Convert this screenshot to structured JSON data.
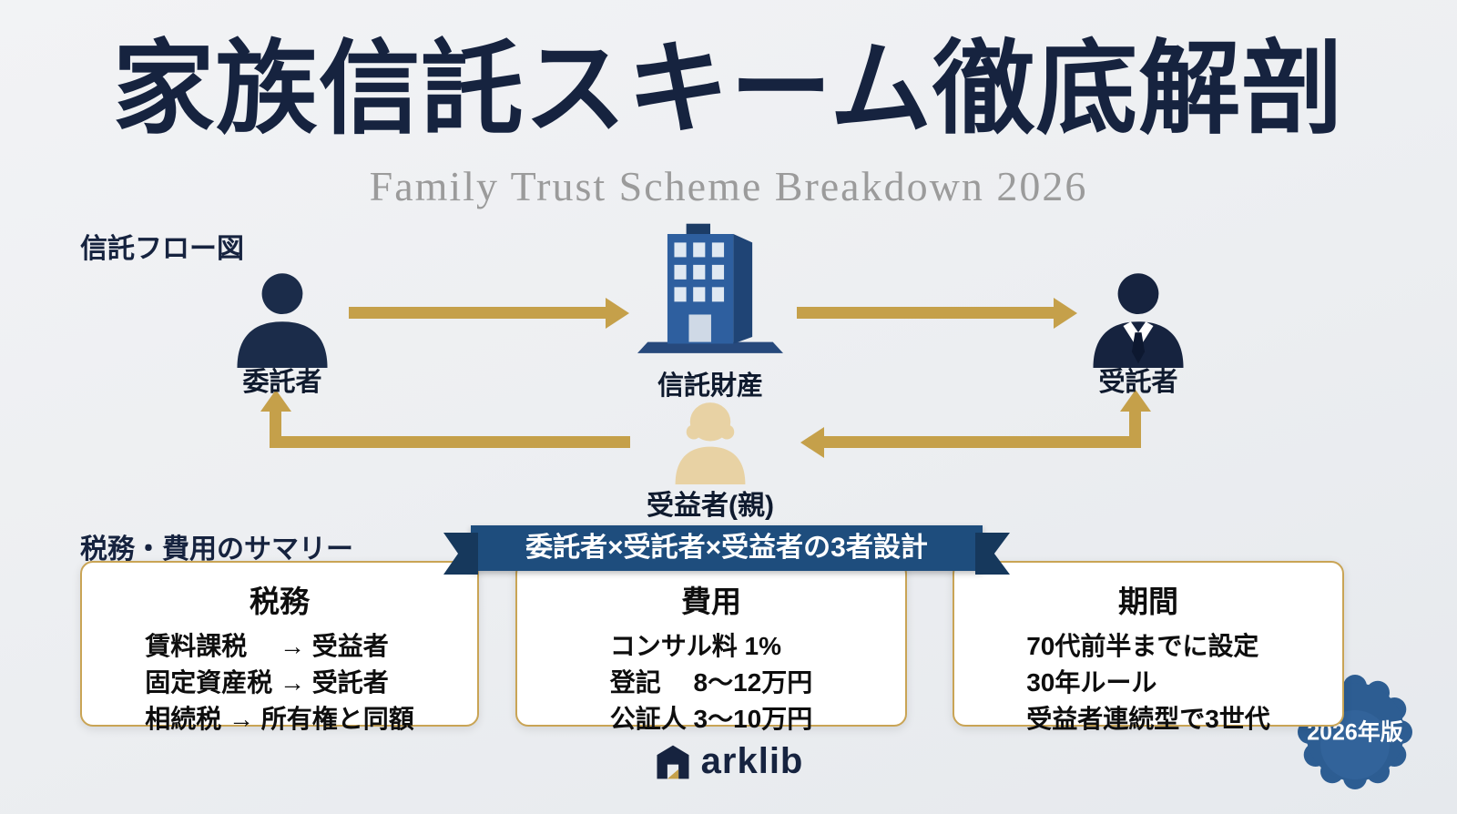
{
  "header": {
    "title": "家族信託スキーム徹底解剖",
    "subtitle": "Family Trust Scheme Breakdown 2026"
  },
  "flow": {
    "section_label": "信託フロー図",
    "nodes": {
      "settlor": {
        "label": "委託者",
        "icon": "person-silhouette-icon"
      },
      "trust_property": {
        "label": "信託財産",
        "icon": "building-icon"
      },
      "trustee": {
        "label": "受託者",
        "icon": "person-suit-icon"
      },
      "beneficiary": {
        "label": "受益者(親)",
        "icon": "person-beige-icon"
      }
    },
    "arrows": [
      "settlor-to-trust-property",
      "trust-property-to-trustee",
      "trustee-to-beneficiary",
      "beneficiary-to-settlor"
    ]
  },
  "ribbon": {
    "text": "委託者×受託者×受益者の3者設計"
  },
  "summary": {
    "section_label": "税務・費用のサマリー",
    "cards": [
      {
        "title": "税務",
        "lines": [
          "賃料課税　 → 受益者",
          "固定資産税 → 受託者",
          "相続税 → 所有権と同額"
        ]
      },
      {
        "title": "費用",
        "lines": [
          "コンサル料 1%",
          "登記　 8〜12万円",
          "公証人 3〜10万円"
        ]
      },
      {
        "title": "期間",
        "lines": [
          "70代前半までに設定",
          "30年ルール",
          "受益者連続型で3世代"
        ]
      }
    ]
  },
  "footer": {
    "logo_text": "arklib",
    "badge_text": "2026年版"
  },
  "colors": {
    "navy": "#16233f",
    "gold": "#c5a04a",
    "ribbon_blue": "#1e4d7d",
    "badge_blue": "#2d5d92",
    "building_blue": "#2e5f9f",
    "beige": "#e8d2a4",
    "card_border": "#c9a455"
  }
}
